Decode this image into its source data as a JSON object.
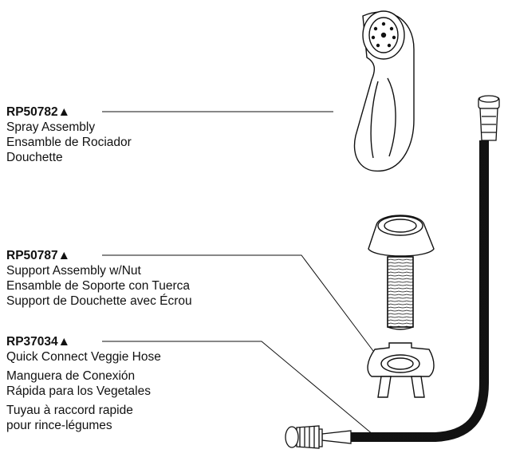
{
  "parts": [
    {
      "number": "RP50782▲",
      "names": [
        "Spray Assembly",
        "Ensamble de Rociador",
        "Douchette"
      ]
    },
    {
      "number": "RP50787▲",
      "names": [
        "Support Assembly w/Nut",
        "Ensamble de Soporte con Tuerca",
        "Support de Douchette avec Écrou"
      ]
    },
    {
      "number": "RP37034▲",
      "names": [
        "Quick Connect Veggie Hose",
        "Manguera de Conexión",
        "Rápida para los Vegetales",
        "Tuyau à raccord rapide",
        "pour rince-légumes"
      ]
    }
  ],
  "icons": [
    "spray-head-icon",
    "support-stem-icon",
    "mounting-nut-icon",
    "veggie-hose-icon"
  ]
}
